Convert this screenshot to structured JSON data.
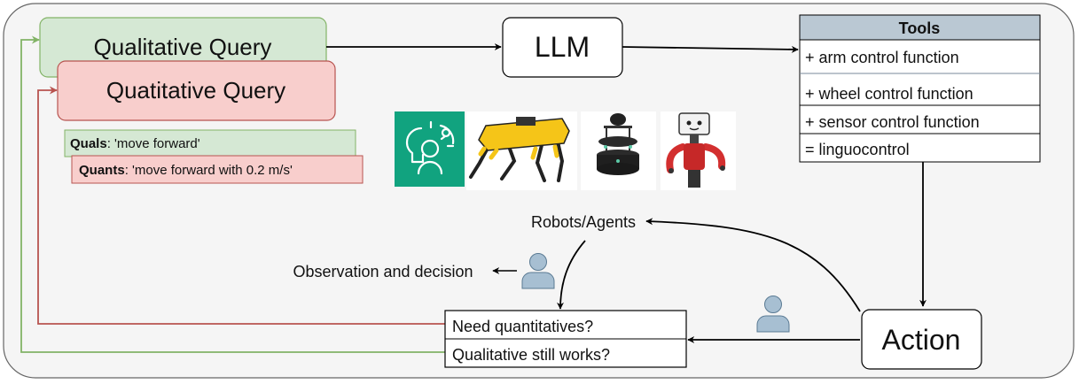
{
  "queries": {
    "qualitative": "Qualitative Query",
    "quantitative": "Quatitative Query"
  },
  "examples": {
    "quals_label": "Quals",
    "quals_text": ": 'move forward'",
    "quants_label": "Quants",
    "quants_text": ": 'move forward with 0.2 m/s'"
  },
  "llm": "LLM",
  "tools": {
    "header": "Tools",
    "items": [
      "+ arm control function",
      "+ wheel control function",
      "+ sensor control function",
      "= linguocontrol"
    ]
  },
  "robots_label": "Robots/Agents",
  "observation_label": "Observation and decision",
  "decision": {
    "need": "Need quantitatives?",
    "still": "Qualitative still works?"
  },
  "action": "Action",
  "icons": [
    "ai-gear-head-icon",
    "quadruped-robot-icon",
    "wheeled-robot-icon",
    "arm-robot-icon",
    "person-icon"
  ],
  "colors": {
    "green_fill": "#d5e8d4",
    "green_stroke": "#82b366",
    "red_fill": "#f8cecc",
    "red_stroke": "#b85450",
    "tools_header": "#bac8d3",
    "person": "#a7bfd2",
    "ai_icon_bg": "#11a37f"
  }
}
